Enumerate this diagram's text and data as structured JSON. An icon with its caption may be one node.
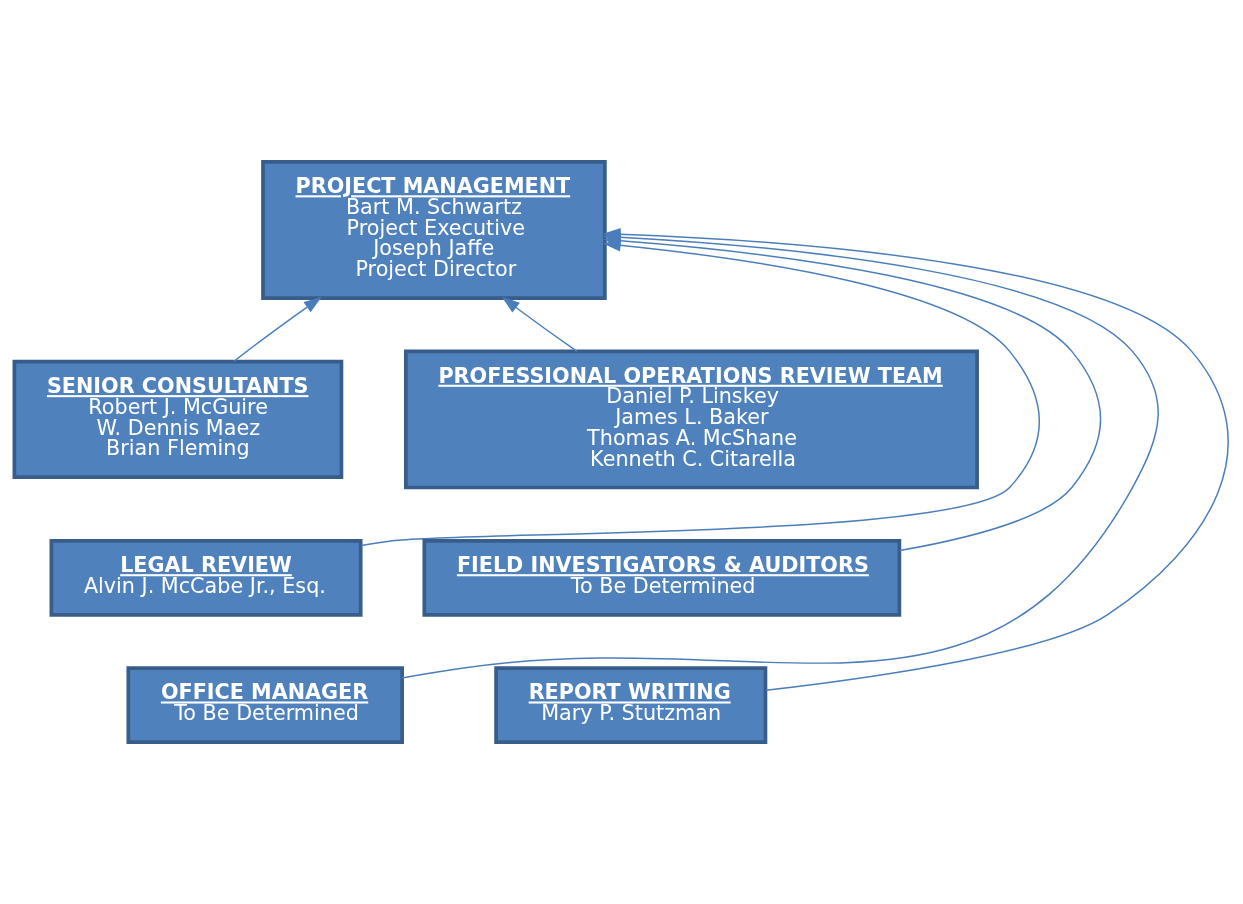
{
  "diagram": {
    "nodes": [
      {
        "text": [
          "PROJECT MANAGEMENT",
          "Bart M. Schwartz",
          "Project Executive",
          "Joseph Jaffe",
          "Project Director"
        ]
      },
      {
        "text": [
          "SENIOR CONSULTANTS",
          "Robert J. McGuire",
          "W. Dennis Maez",
          "Brian Fleming"
        ]
      },
      {
        "text": [
          "PROFESSIONAL OPERATIONS REVIEW TEAM",
          "Daniel P. Linskey",
          "James L. Baker",
          "Thomas A. McShane",
          "Kenneth C. Citarella"
        ]
      },
      {
        "text": [
          "LEGAL REVIEW",
          "Alvin J. McCabe Jr., Esq."
        ]
      },
      {
        "text": [
          "FIELD INVESTIGATORS & AUDITORS",
          "To Be Determined"
        ]
      },
      {
        "text": [
          "OFFICE MANAGER",
          "To Be Determined"
        ]
      },
      {
        "text": [
          "REPORT WRITING",
          "Mary P. Stutzman"
        ]
      }
    ],
    "edges": [
      {
        "from": 1,
        "to": 0,
        "arrow": "to"
      },
      {
        "from": 2,
        "to": 0,
        "arrow": "to"
      },
      {
        "from": 3,
        "to": 0,
        "arrow": "to"
      },
      {
        "from": 4,
        "to": 0,
        "arrow": "to"
      },
      {
        "from": 5,
        "to": 0,
        "arrow": "to"
      },
      {
        "from": 6,
        "to": 0,
        "arrow": "to"
      }
    ]
  }
}
